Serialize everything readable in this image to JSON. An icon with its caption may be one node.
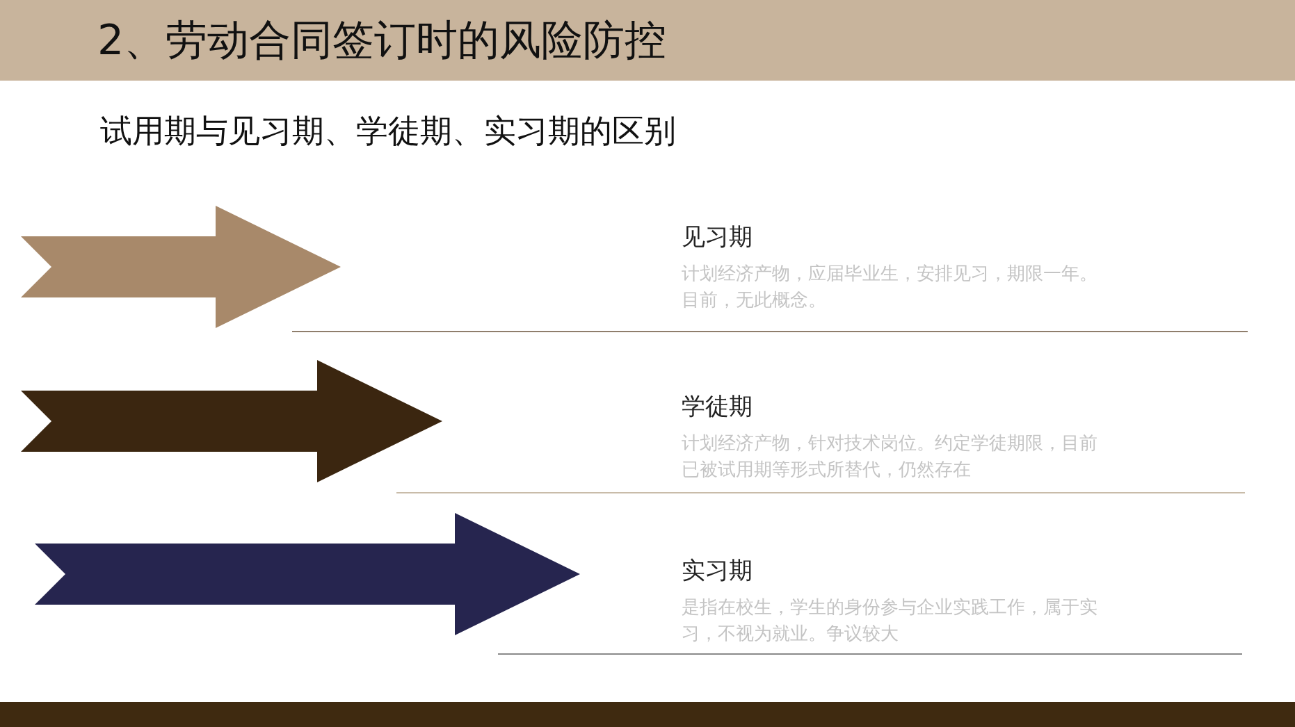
{
  "diagram": {
    "title": "2、劳动合同签订时的风险防控",
    "labels": [
      "试用期与见习期、学徒期、实习期的区别",
      "见习期",
      "计划经济产物，应届毕业生，安排见习，期限一年。目前，无此概念。",
      "学徒期",
      "计划经济产物，针对技术岗位。约定学徒期限，目前已被试用期等形式所替代，仍然存在",
      "实习期",
      "是指在校生，学生的身份参与企业实践工作，属于实习，不视为就业。争议较大"
    ]
  }
}
